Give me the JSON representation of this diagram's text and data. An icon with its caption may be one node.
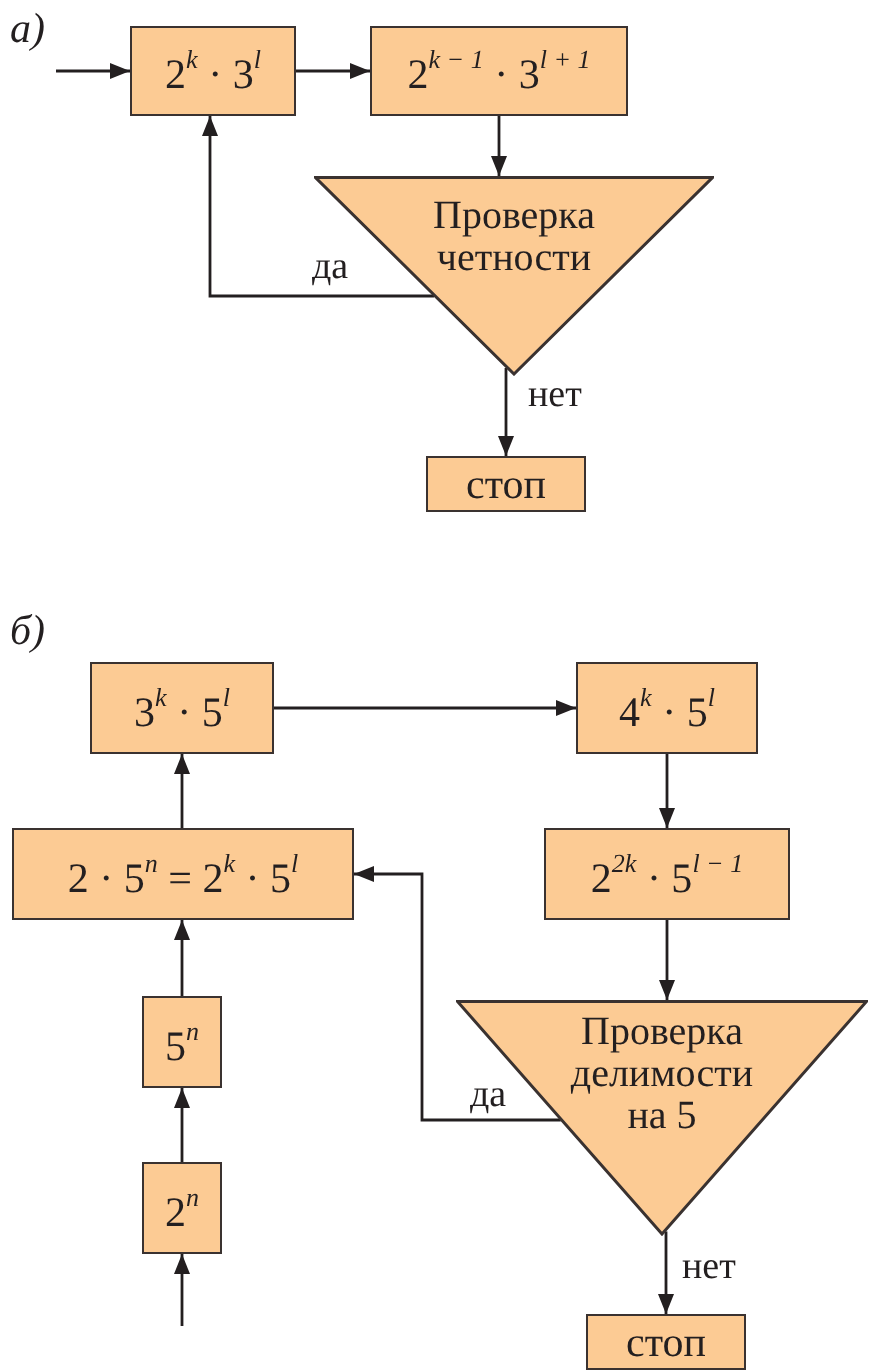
{
  "diagram": {
    "nodes": [
      {
        "text": [
          "2$^{k}$ · 3$^{l}$"
        ]
      },
      {
        "text": [
          "2$^{k − 1}$ · 3$^{l + 1}$"
        ]
      },
      {
        "text": [
          "Проверка четности"
        ]
      },
      {
        "text": [
          "стоп"
        ]
      },
      {
        "text": [
          "3$^{k}$ · 5$^{l}$"
        ]
      },
      {
        "text": [
          "4$^{k}$ · 5$^{l}$"
        ]
      },
      {
        "text": [
          "2 · 5$^{n}$ = 2$^{k}$ · 5$^{l}$"
        ]
      },
      {
        "text": [
          "2$^{2k}$ · 5$^{l − 1}$"
        ]
      },
      {
        "text": [
          "Проверка делимости на 5"
        ]
      },
      {
        "text": [
          "5$^{n}$"
        ]
      },
      {
        "text": [
          "2$^{n}$"
        ]
      },
      {
        "text": [
          "стоп"
        ]
      }
    ],
    "edges": [
      {
        "from": null,
        "to": 0,
        "arrow": "to"
      },
      {
        "from": 0,
        "to": 1,
        "arrow": "to"
      },
      {
        "from": 1,
        "to": 2,
        "arrow": "to"
      },
      {
        "from": 2,
        "to": 0,
        "arrow": "to",
        "label": "да"
      },
      {
        "from": 2,
        "to": 3,
        "arrow": "to",
        "label": "нет"
      },
      {
        "from": 4,
        "to": 5,
        "arrow": "to"
      },
      {
        "from": 5,
        "to": 7,
        "arrow": "to"
      },
      {
        "from": 7,
        "to": 8,
        "arrow": "to"
      },
      {
        "from": 8,
        "to": 6,
        "arrow": "to",
        "label": "да"
      },
      {
        "from": 8,
        "to": 11,
        "arrow": "to",
        "label": "нет"
      },
      {
        "from": 6,
        "to": 4,
        "arrow": "to"
      },
      {
        "from": 9,
        "to": 6,
        "arrow": "to"
      },
      {
        "from": 10,
        "to": 9,
        "arrow": "to"
      },
      {
        "from": null,
        "to": 10,
        "arrow": "to"
      }
    ],
    "labels": [
      "а)",
      "б)"
    ]
  }
}
